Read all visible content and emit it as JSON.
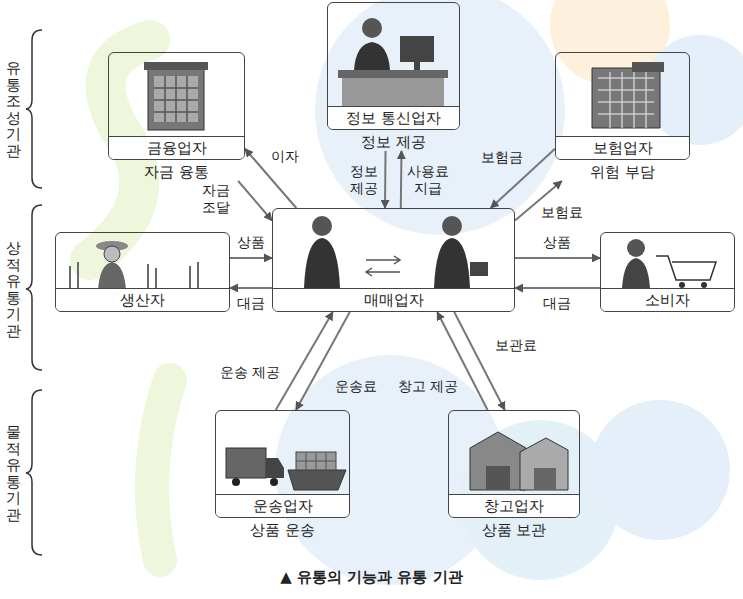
{
  "diagram": {
    "caption": "▲ 유통의 기능과 유통 기관",
    "nodes": [
      {
        "text": [
          "금융업자",
          "자금 융통"
        ]
      },
      {
        "text": [
          "정보 통신업자",
          "정보 제공"
        ]
      },
      {
        "text": [
          "보험업자",
          "위험 부담"
        ]
      },
      {
        "text": [
          "생산자"
        ]
      },
      {
        "text": [
          "매매업자"
        ]
      },
      {
        "text": [
          "소비자"
        ]
      },
      {
        "text": [
          "운송업자",
          "상품 운송"
        ]
      },
      {
        "text": [
          "창고업자",
          "상품 보관"
        ]
      }
    ],
    "edges": [
      {
        "from": 4,
        "to": 0,
        "label": "이자",
        "arrow": "to"
      },
      {
        "from": 0,
        "to": 4,
        "label": "자금 조달",
        "arrow": "to"
      },
      {
        "from": 1,
        "to": 4,
        "label": "정보 제공",
        "arrow": "to"
      },
      {
        "from": 4,
        "to": 1,
        "label": "사용료 지급",
        "arrow": "to"
      },
      {
        "from": 2,
        "to": 4,
        "label": "보험금",
        "arrow": "to"
      },
      {
        "from": 4,
        "to": 2,
        "label": "보험료",
        "arrow": "to"
      },
      {
        "from": 3,
        "to": 4,
        "label": "상품",
        "arrow": "to"
      },
      {
        "from": 4,
        "to": 3,
        "label": "대금",
        "arrow": "to"
      },
      {
        "from": 4,
        "to": 5,
        "label": "상품",
        "arrow": "to"
      },
      {
        "from": 5,
        "to": 4,
        "label": "대금",
        "arrow": "to"
      },
      {
        "from": 6,
        "to": 4,
        "label": "운송 제공",
        "arrow": "to"
      },
      {
        "from": 4,
        "to": 6,
        "label": "운송료",
        "arrow": "to"
      },
      {
        "from": 7,
        "to": 4,
        "label": "창고 제공",
        "arrow": "to"
      },
      {
        "from": 4,
        "to": 7,
        "label": "보관료",
        "arrow": "to"
      }
    ],
    "labels": [
      "유통 조성 기관",
      "상적 유통 기관",
      "물적 유통 기관"
    ]
  }
}
